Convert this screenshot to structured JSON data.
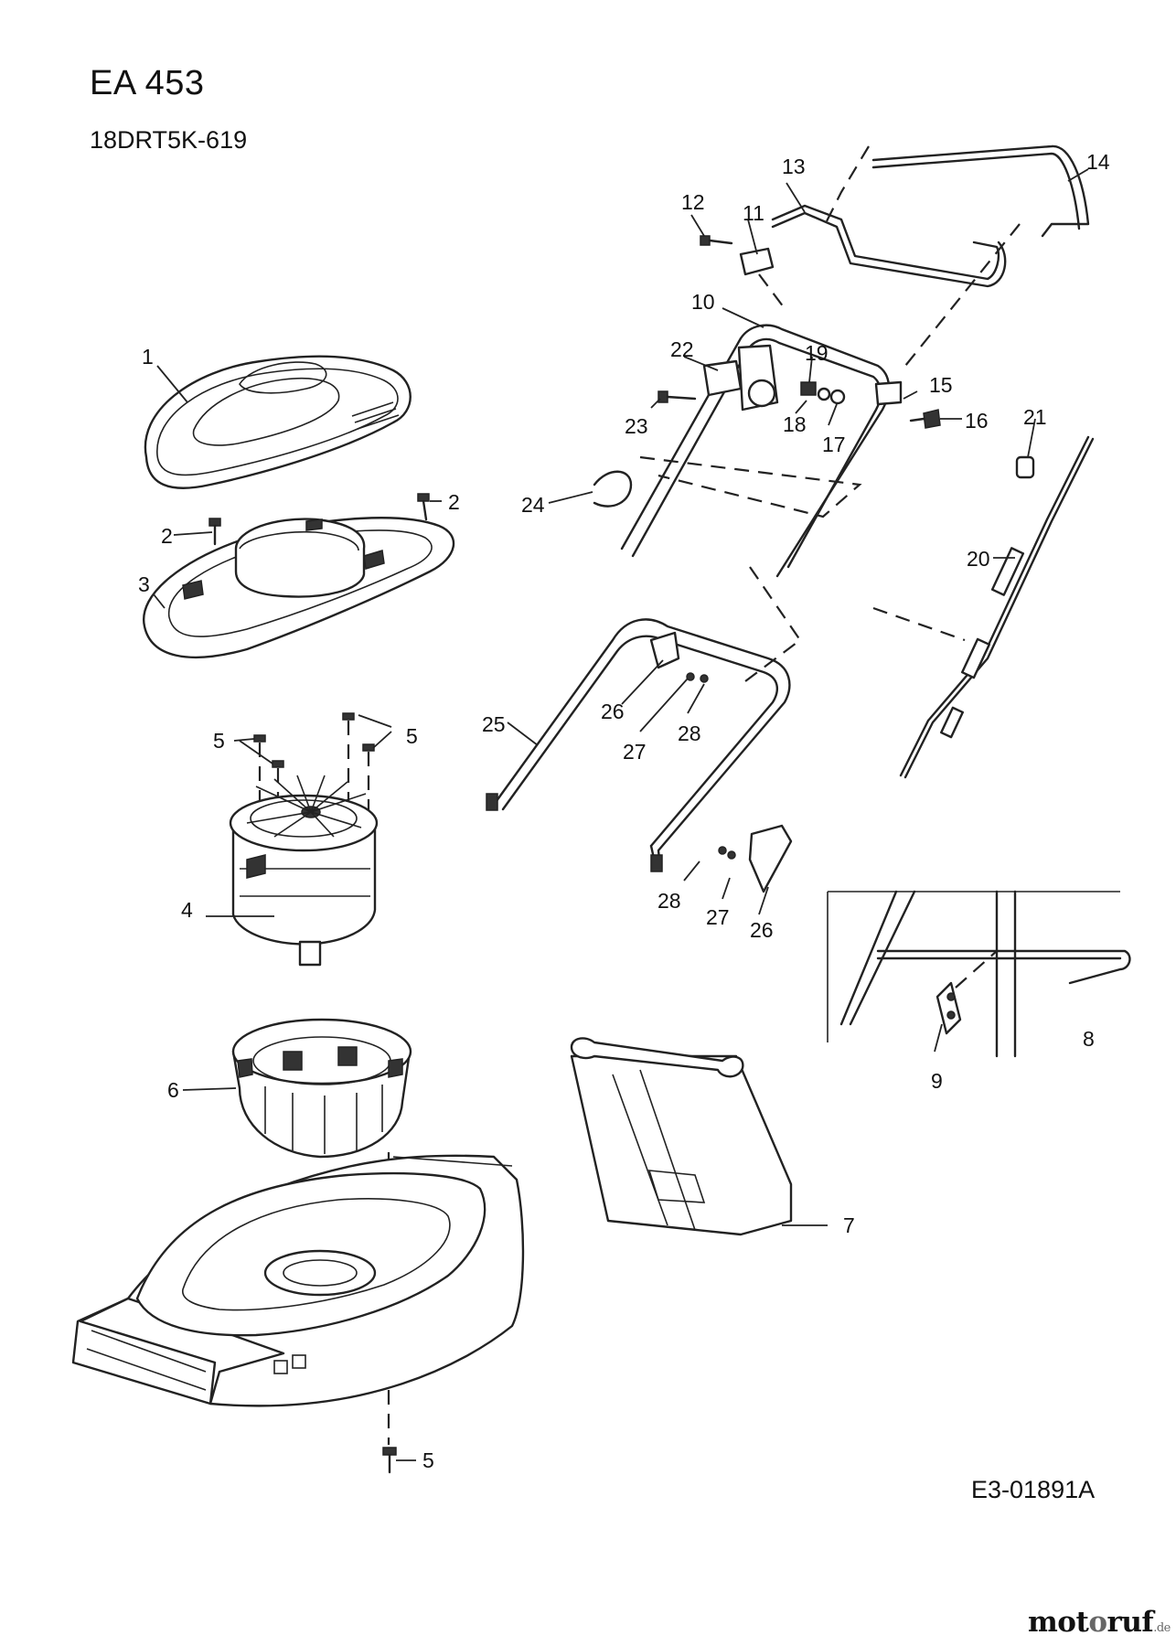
{
  "title": "EA 453",
  "subtitle": "18DRT5K-619",
  "document_number": "E3-01891A",
  "brand": {
    "prefix": "mot",
    "middle": "o",
    "main": "ruf",
    "tld": ".de"
  },
  "part_labels": [
    "1",
    "2",
    "2",
    "3",
    "4",
    "5",
    "5",
    "5",
    "6",
    "7",
    "8",
    "9",
    "10",
    "11",
    "12",
    "13",
    "14",
    "15",
    "16",
    "17",
    "18",
    "19",
    "20",
    "21",
    "22",
    "23",
    "24",
    "25",
    "26",
    "27",
    "28",
    "26",
    "27",
    "28"
  ]
}
